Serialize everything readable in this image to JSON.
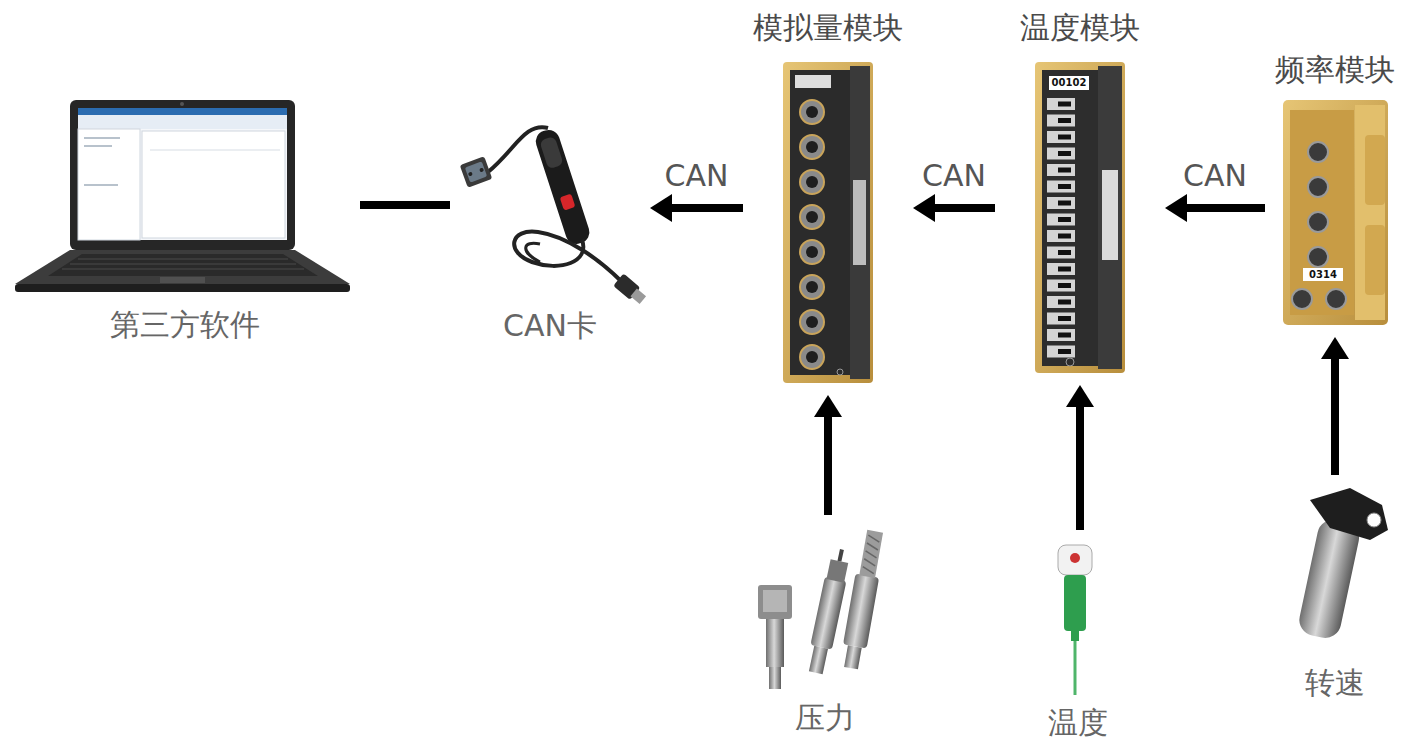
{
  "diagram": {
    "nodes": [
      {
        "text": [
          "第三方软件"
        ]
      },
      {
        "text": [
          "CAN卡"
        ]
      },
      {
        "text": [
          "模拟量模块"
        ]
      },
      {
        "text": [
          "温度模块"
        ]
      },
      {
        "text": [
          "频率模块"
        ]
      },
      {
        "text": [
          "压力"
        ]
      },
      {
        "text": [
          "温度"
        ]
      },
      {
        "text": [
          "转速"
        ]
      }
    ],
    "edges": [
      {
        "from": 0,
        "to": 1,
        "arrow": "none"
      },
      {
        "from": 2,
        "to": 1,
        "label": "CAN",
        "arrow": "to"
      },
      {
        "from": 3,
        "to": 2,
        "label": "CAN",
        "arrow": "to"
      },
      {
        "from": 4,
        "to": 3,
        "label": "CAN",
        "arrow": "to"
      },
      {
        "from": 5,
        "to": 2,
        "arrow": "to"
      },
      {
        "from": 6,
        "to": 3,
        "arrow": "to"
      },
      {
        "from": 7,
        "to": 4,
        "arrow": "to"
      }
    ],
    "labels": [
      "00102",
      "0314"
    ]
  }
}
